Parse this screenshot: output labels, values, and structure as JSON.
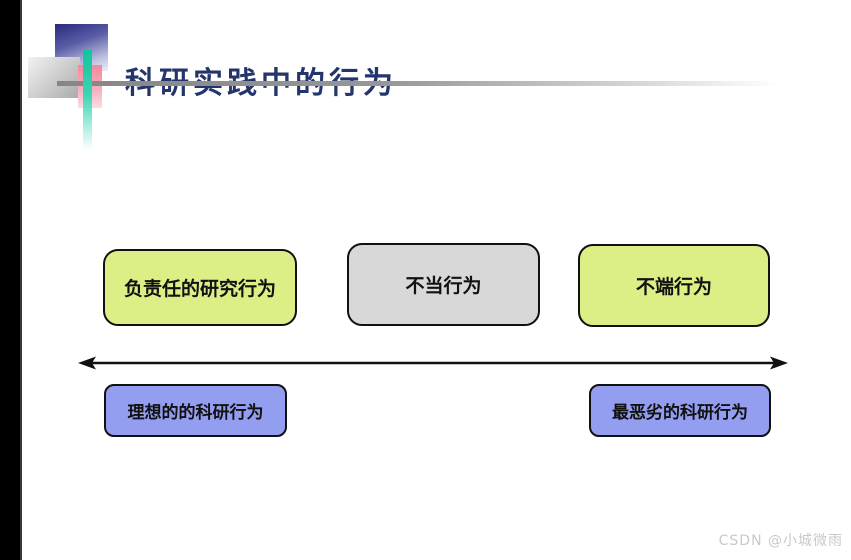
{
  "slide": {
    "title": "科研实践中的行为",
    "spectrum": {
      "top_boxes": [
        {
          "label": "负责任的研究行为",
          "fill": "#dcee86"
        },
        {
          "label": "不当行为",
          "fill": "#d8d8d8"
        },
        {
          "label": "不端行为",
          "fill": "#dcee86"
        }
      ],
      "bottom_boxes": [
        {
          "label": "理想的的科研行为",
          "fill": "#939ef0"
        },
        {
          "label": "最恶劣的科研行为",
          "fill": "#939ef0"
        }
      ]
    },
    "watermark": "CSDN @小城微雨",
    "colors": {
      "title_text": "#23356b",
      "box_border": "#111111",
      "accent_green": "#dcee86",
      "accent_gray": "#d8d8d8",
      "accent_blue": "#939ef0",
      "arrow": "#111111"
    }
  }
}
